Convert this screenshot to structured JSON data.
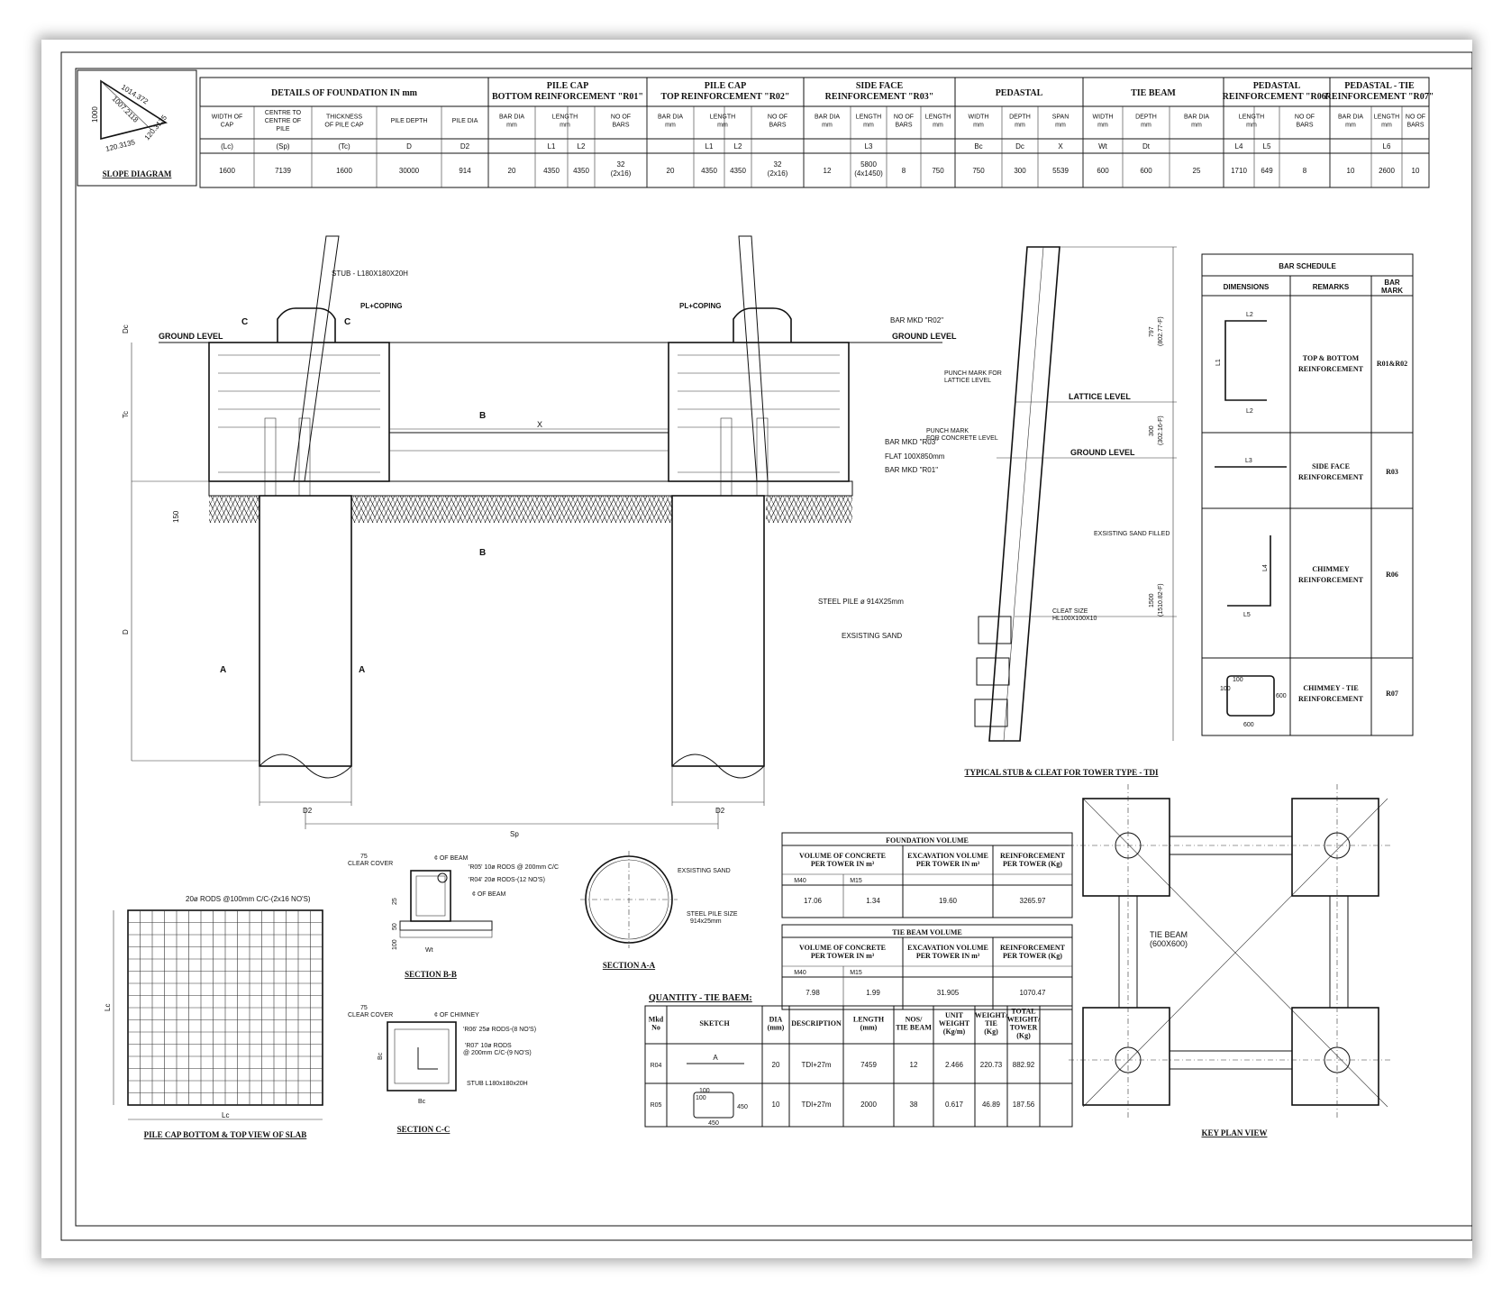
{
  "slope_diagram": {
    "title": "SLOPE DIAGRAM",
    "values": [
      "1014.372",
      "1007.2118",
      "1000",
      "120.3135",
      "120.3135"
    ]
  },
  "foundation_table": {
    "group_headers": {
      "details": "DETAILS OF FOUNDATION IN mm",
      "r01_a": "PILE CAP",
      "r01_b": "BOTTOM REINFORCEMENT \"R01\"",
      "r02_a": "PILE CAP",
      "r02_b": "TOP REINFORCEMENT \"R02\"",
      "r03_a": "SIDE FACE",
      "r03_b": "REINFORCEMENT \"R03\"",
      "pedastal": "PEDASTAL",
      "tie_beam": "TIE BEAM",
      "r06_a": "PEDASTAL",
      "r06_b": "REINFORCEMENT \"R06\"",
      "r07_a": "PEDASTAL - TIE",
      "r07_b": "REINFORCEMENT \"R07\""
    },
    "sub_headers": [
      [
        "WIDTH OF",
        "CAP"
      ],
      [
        "CENTRE TO",
        "CENTRE OF",
        "PILE"
      ],
      [
        "THICKNESS",
        "OF PILE CAP"
      ],
      [
        "PILE DEPTH"
      ],
      [
        "PILE DIA"
      ],
      [
        "BAR DIA",
        "mm"
      ],
      [
        "LENGTH",
        "mm"
      ],
      [
        "NO OF",
        "BARS"
      ],
      [
        "BAR DIA",
        "mm"
      ],
      [
        "LENGTH",
        "mm"
      ],
      [
        "NO OF",
        "BARS"
      ],
      [
        "BAR DIA",
        "mm"
      ],
      [
        "LENGTH",
        "mm"
      ],
      [
        "NO OF",
        "BARS"
      ],
      [
        "LENGTH",
        "mm"
      ],
      [
        "WIDTH",
        "mm"
      ],
      [
        "DEPTH",
        "mm"
      ],
      [
        "SPAN",
        "mm"
      ],
      [
        "WIDTH",
        "mm"
      ],
      [
        "DEPTH",
        "mm"
      ],
      [
        "BAR DIA",
        "mm"
      ],
      [
        "LENGTH",
        "mm"
      ],
      [
        "NO OF",
        "BARS"
      ],
      [
        "BAR DIA",
        "mm"
      ],
      [
        "LENGTH",
        "mm"
      ],
      [
        "NO OF",
        "BARS"
      ]
    ],
    "symbols": [
      "(Lc)",
      "(Sp)",
      "(Tc)",
      "D",
      "D2",
      "",
      "L1",
      "L2",
      "",
      "",
      "L1",
      "L2",
      "",
      "",
      "L3",
      "",
      "",
      "Bc",
      "Dc",
      "X",
      "Wt",
      "Dt",
      "",
      "L4",
      "L5",
      "",
      "",
      "L6",
      ""
    ],
    "values": [
      "1600",
      "7139",
      "1600",
      "30000",
      "914",
      "20",
      "4350",
      "4350",
      "32",
      "(2x16)",
      "20",
      "4350",
      "4350",
      "32",
      "(2x16)",
      "12",
      "5800",
      "(4x1450)",
      "8",
      "750",
      "750",
      "300",
      "5539",
      "600",
      "600",
      "25",
      "1710",
      "649",
      "8",
      "10",
      "2600",
      "10"
    ]
  },
  "elevation": {
    "labels": {
      "stub": "STUB - L180X180X20H",
      "pl_coping": "PL+COPING",
      "ground_level": "GROUND LEVEL",
      "bar_r02": "BAR MKD \"R02\"",
      "bar_r03": "BAR MKD \"R03\"",
      "flat": "FLAT 100X850mm",
      "bar_r01": "BAR MKD \"R01\"",
      "steel_pile": "STEEL PILE ø 914X25mm",
      "existing_sand": "EXSISTING SAND",
      "x": "X",
      "dc": "Dc",
      "tc": "Tc",
      "d": "D",
      "d150": "150",
      "d2": "D2",
      "sp": "Sp",
      "c": "C",
      "a": "A",
      "b": "B"
    }
  },
  "stub": {
    "title": "TYPICAL STUB & CLEAT FOR TOWER TYPE - TDI",
    "labels": {
      "punch_lattice": [
        "PUNCH MARK FOR",
        "LATTICE LEVEL"
      ],
      "punch_concrete": [
        "PUNCH MARK",
        "FOR CONCRETE LEVEL"
      ],
      "lattice_level": "LATTICE LEVEL",
      "ground_level": "GROUND LEVEL",
      "sand_filled": "EXSISTING SAND FILLED",
      "cleat_size": [
        "CLEAT SIZE",
        "HL100X100X10"
      ],
      "dim1": [
        "797",
        "(802.77-F)"
      ],
      "dim2": [
        "300",
        "(302.16-F)"
      ],
      "dim3": [
        "1500",
        "(1510.82-F)"
      ]
    }
  },
  "bar_schedule": {
    "title": "BAR SCHEDULE",
    "headers": [
      "DIMENSIONS",
      "REMARKS",
      "BAR",
      "MARK"
    ],
    "rows": [
      {
        "dims": [
          "L2",
          "L1",
          "L2"
        ],
        "remarks": [
          "TOP & BOTTOM",
          "REINFORCEMENT"
        ],
        "mark": "R01&R02"
      },
      {
        "dims": [
          "L3"
        ],
        "remarks": [
          "SIDE FACE",
          "REINFORCEMENT"
        ],
        "mark": "R03"
      },
      {
        "dims": [
          "L4",
          "L5"
        ],
        "remarks": [
          "CHIMMEY",
          "REINFORCEMENT"
        ],
        "mark": "R06"
      },
      {
        "dims": [
          "100",
          "100",
          "600",
          "600"
        ],
        "remarks": [
          "CHIMMEY - TIE",
          "REINFORCEMENT"
        ],
        "mark": "R07"
      }
    ]
  },
  "pile_cap_view": {
    "title": "PILE CAP BOTTOM & TOP VIEW OF SLAB",
    "note": "20ø RODS @100mm C/C-(2x16 NO'S)",
    "lc": "Lc"
  },
  "section_bb": {
    "title": "SECTION B-B",
    "labels": {
      "cover_num": "75",
      "cover": "CLEAR COVER",
      "cl_beam": "¢ OF BEAM",
      "r05": "'R05' 10ø RODS @ 200mm C/C",
      "r04": "'R04' 20ø RODS-(12 NO'S)",
      "cl_beam2": "¢ OF BEAM",
      "d25": "25",
      "d50": "50",
      "d100": "100",
      "wt": "Wt"
    }
  },
  "section_cc": {
    "title": "SECTION C-C",
    "labels": {
      "cover_num": "75",
      "cover": "CLEAR COVER",
      "cl_chimney": "¢ OF CHIMNEY",
      "r06": "'R06' 25ø RODS-(8 NO'S)",
      "r07a": "'R07' 10ø RODS",
      "r07b": "@ 200mm C/C-(9 NO'S)",
      "stub": "STUB L180x180x20H",
      "bc": "Bc",
      "bc2": "Bc"
    }
  },
  "section_aa": {
    "title": "SECTION A-A",
    "labels": {
      "sand": "EXSISTING SAND",
      "pile": "STEEL PILE SIZE",
      "pile2": "914x25mm"
    }
  },
  "foundation_volume": {
    "title": "FOUNDATION VOLUME",
    "headers": [
      [
        "VOLUME OF CONCRETE",
        "PER TOWER IN m³"
      ],
      [
        "EXCAVATION VOLUME",
        "PER TOWER IN m³"
      ],
      [
        "REINFORCEMENT",
        "PER TOWER (Kg)"
      ]
    ],
    "grades": [
      "M40",
      "M15"
    ],
    "values": [
      "17.06",
      "1.34",
      "19.60",
      "3265.97"
    ]
  },
  "tie_beam_volume": {
    "title": "TIE BEAM VOLUME",
    "headers": [
      [
        "VOLUME OF CONCRETE",
        "PER TOWER IN m³"
      ],
      [
        "EXCAVATION VOLUME",
        "PER TOWER IN m³"
      ],
      [
        "REINFORCEMENT",
        "PER TOWER (Kg)"
      ]
    ],
    "grades": [
      "M40",
      "M15"
    ],
    "values": [
      "7.98",
      "1.99",
      "31.905",
      "1070.47"
    ]
  },
  "quantity": {
    "title": "QUANTITY - TIE BAEM:",
    "headers": [
      [
        "Mkd",
        "No"
      ],
      [
        "SKETCH"
      ],
      [
        "DIA",
        "(mm)"
      ],
      [
        "DESCRIPTION"
      ],
      [
        "LENGTH",
        "(mm)"
      ],
      [
        "NOS/",
        "TIE BEAM"
      ],
      [
        "UNIT",
        "WEIGHT",
        "(Kg/m)"
      ],
      [
        "WEIGHT/",
        "TIE",
        "(Kg)"
      ],
      [
        "TOTAL",
        "WEIGHT/",
        "TOWER",
        "(Kg)"
      ]
    ],
    "rows": [
      {
        "mkd": "R04",
        "sketch": "A",
        "dia": "20",
        "desc": "TDI+27m",
        "length": "7459",
        "nos": "12",
        "unit": "2.466",
        "weight": "220.73",
        "total": "882.92"
      },
      {
        "mkd": "R05",
        "sketch": [
          "100",
          "100",
          "450",
          "450"
        ],
        "dia": "10",
        "desc": "TDI+27m",
        "length": "2000",
        "nos": "38",
        "unit": "0.617",
        "weight": "46.89",
        "total": "187.56"
      }
    ]
  },
  "key_plan": {
    "title": "KEY PLAN VIEW",
    "tie_beam": [
      "TIE BEAM",
      "(600X600)"
    ]
  }
}
